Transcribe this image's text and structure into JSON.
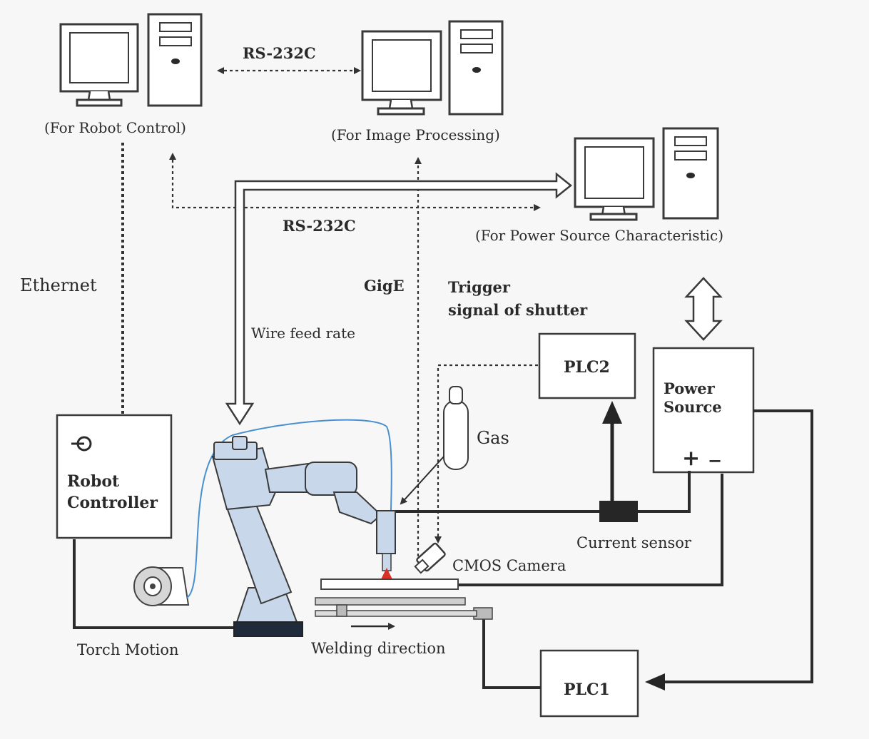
{
  "labels": {
    "pc_robot": "(For Robot Control)",
    "pc_image": "(For Image Processing)",
    "pc_power": "(For Power Source Characteristic)",
    "rs232_top": "RS-232C",
    "rs232_mid": "RS-232C",
    "ethernet": "Ethernet",
    "gige": "GigE",
    "trigger_line1": "Trigger",
    "trigger_line2": "signal of shutter",
    "wire_feed": "Wire feed rate",
    "plc2": "PLC2",
    "power_line1": "Power",
    "power_line2": "Source",
    "plus": "+",
    "minus": "−",
    "gas": "Gas",
    "robot_ctrl_line1": "Robot",
    "robot_ctrl_line2": "Controller",
    "current_sensor": "Current sensor",
    "cmos": "CMOS Camera",
    "torch_motion": "Torch Motion",
    "welding_dir": "Welding direction",
    "plc1": "PLC1"
  },
  "icons": [
    "monitor-icon",
    "tower-icon",
    "power-symbol-icon",
    "gas-cylinder-icon",
    "camera-icon",
    "wire-spool-icon",
    "robot-arm-icon"
  ],
  "colors": {
    "robot": "#c8d8ea",
    "feed_wire": "#4a8fd0",
    "arc": "#d9302a"
  }
}
